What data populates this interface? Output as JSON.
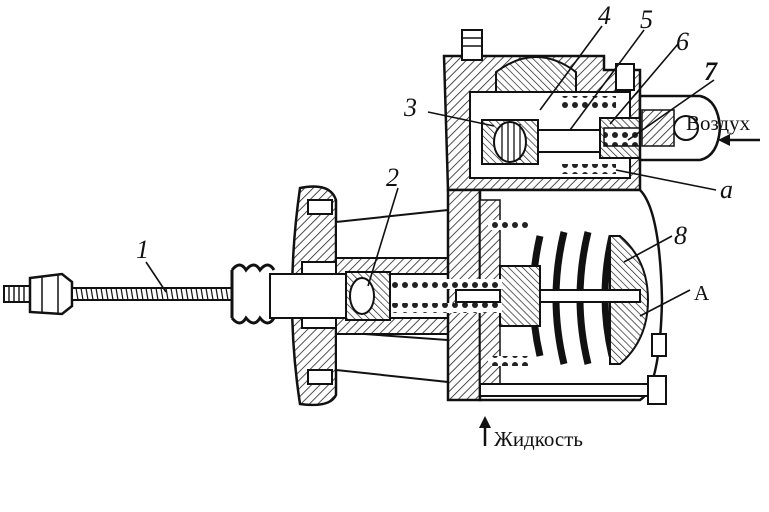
{
  "callouts": {
    "n1": "1",
    "n2": "2",
    "n3": "3",
    "n4": "4",
    "n5": "5",
    "n6": "6",
    "n7": "7",
    "n8": "8",
    "a_lower": "a",
    "a_upper": "A"
  },
  "flows": {
    "air": "Воздух",
    "fluid": "Жидкость"
  }
}
